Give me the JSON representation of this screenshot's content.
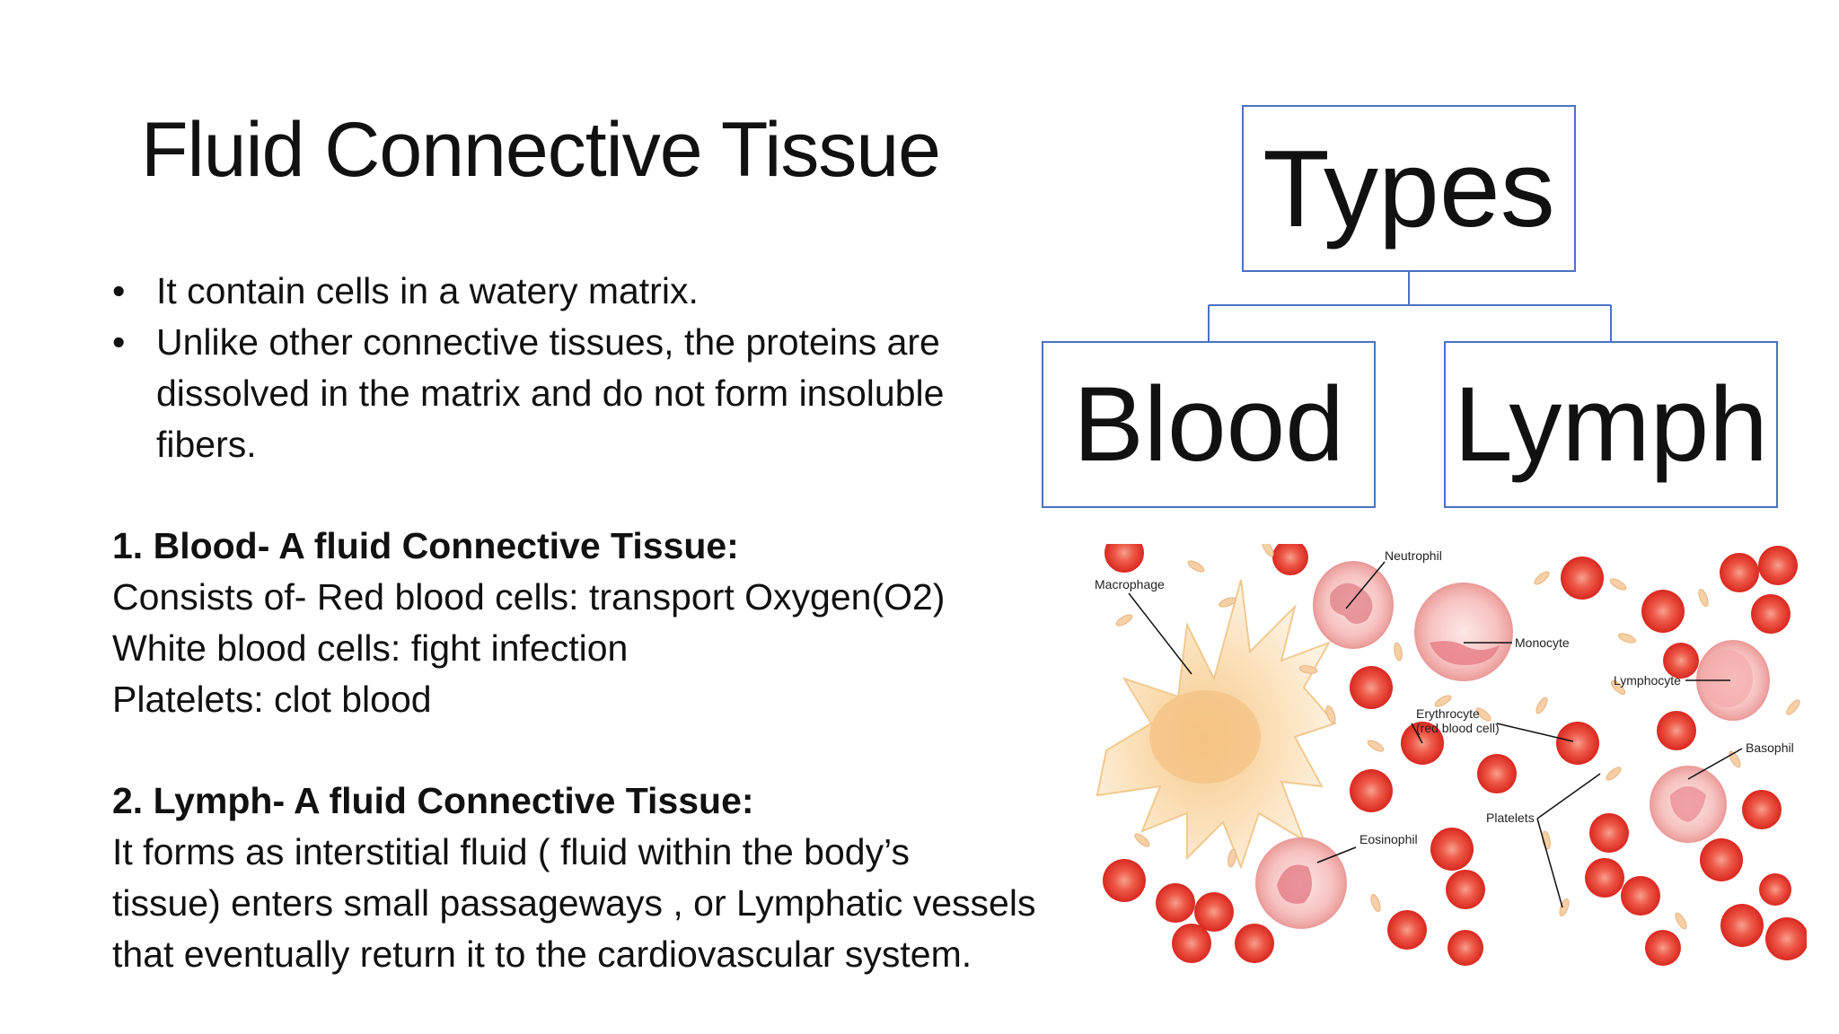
{
  "slide": {
    "title": "Fluid Connective Tissue",
    "bullets": [
      "It contain cells in a watery matrix.",
      "Unlike other connective tissues, the proteins are dissolved in the matrix and do not form insoluble fibers."
    ],
    "sections": [
      {
        "heading": "1. Blood- A fluid Connective Tissue:",
        "lines": [
          "Consists of- Red blood cells: transport Oxygen(O2)",
          "White blood cells: fight infection",
          "Platelets: clot blood"
        ]
      },
      {
        "heading": "2. Lymph- A fluid Connective Tissue:",
        "lines": [
          "It forms as interstitial fluid ( fluid within the body’s",
          "tissue) enters small passageways , or Lymphatic vessels",
          "that eventually return it to the cardiovascular system."
        ]
      }
    ]
  },
  "hierarchy": {
    "root": "Types",
    "children": [
      "Blood",
      "Lymph"
    ],
    "border_color": "#4a72c4"
  },
  "figure": {
    "labels": {
      "macrophage": "Macrophage",
      "neutrophil": "Neutrophil",
      "monocyte": "Monocyte",
      "lymphocyte": "Lymphocyte",
      "erythrocyte_line1": "Erythrocyte",
      "erythrocyte_line2": "(red blood cell)",
      "basophil": "Basophil",
      "platelets": "Platelets",
      "eosinophil": "Eosinophil"
    },
    "colors": {
      "rbc": "#e8332b",
      "rbc_center": "#f7a08f",
      "wbc": "#f4b8b8",
      "macrophage": "#f9e2bf"
    }
  }
}
